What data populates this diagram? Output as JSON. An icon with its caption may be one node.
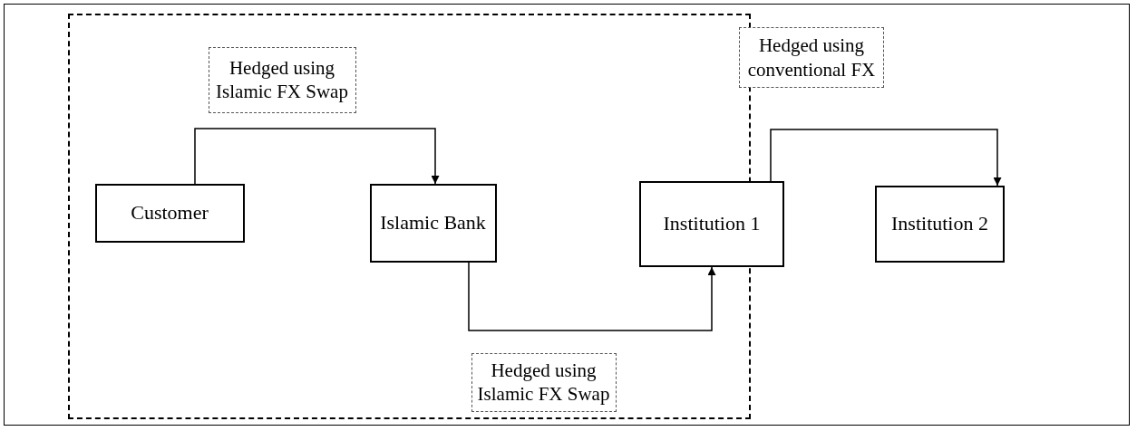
{
  "diagram": {
    "nodes": [
      {
        "text": [],
        "shape": "box"
      },
      {
        "text": [
          "Hedged using Islamic FX Swap"
        ],
        "in": 0
      },
      {
        "text": [
          "Hedged using conventional FX"
        ]
      },
      {
        "text": [
          "Customer"
        ],
        "in": 0
      },
      {
        "text": [
          "Islamic Bank"
        ],
        "in": 0
      },
      {
        "text": [
          "Institution 1"
        ]
      },
      {
        "text": [
          "Institution 2"
        ]
      },
      {
        "text": [
          "Hedged using Islamic FX Swap"
        ],
        "in": 0
      }
    ],
    "edges": [
      {
        "from": 3,
        "to": 4,
        "arrow": "to"
      },
      {
        "from": 4,
        "to": 5,
        "arrow": "to"
      },
      {
        "from": 5,
        "to": 6,
        "arrow": "to"
      }
    ]
  }
}
